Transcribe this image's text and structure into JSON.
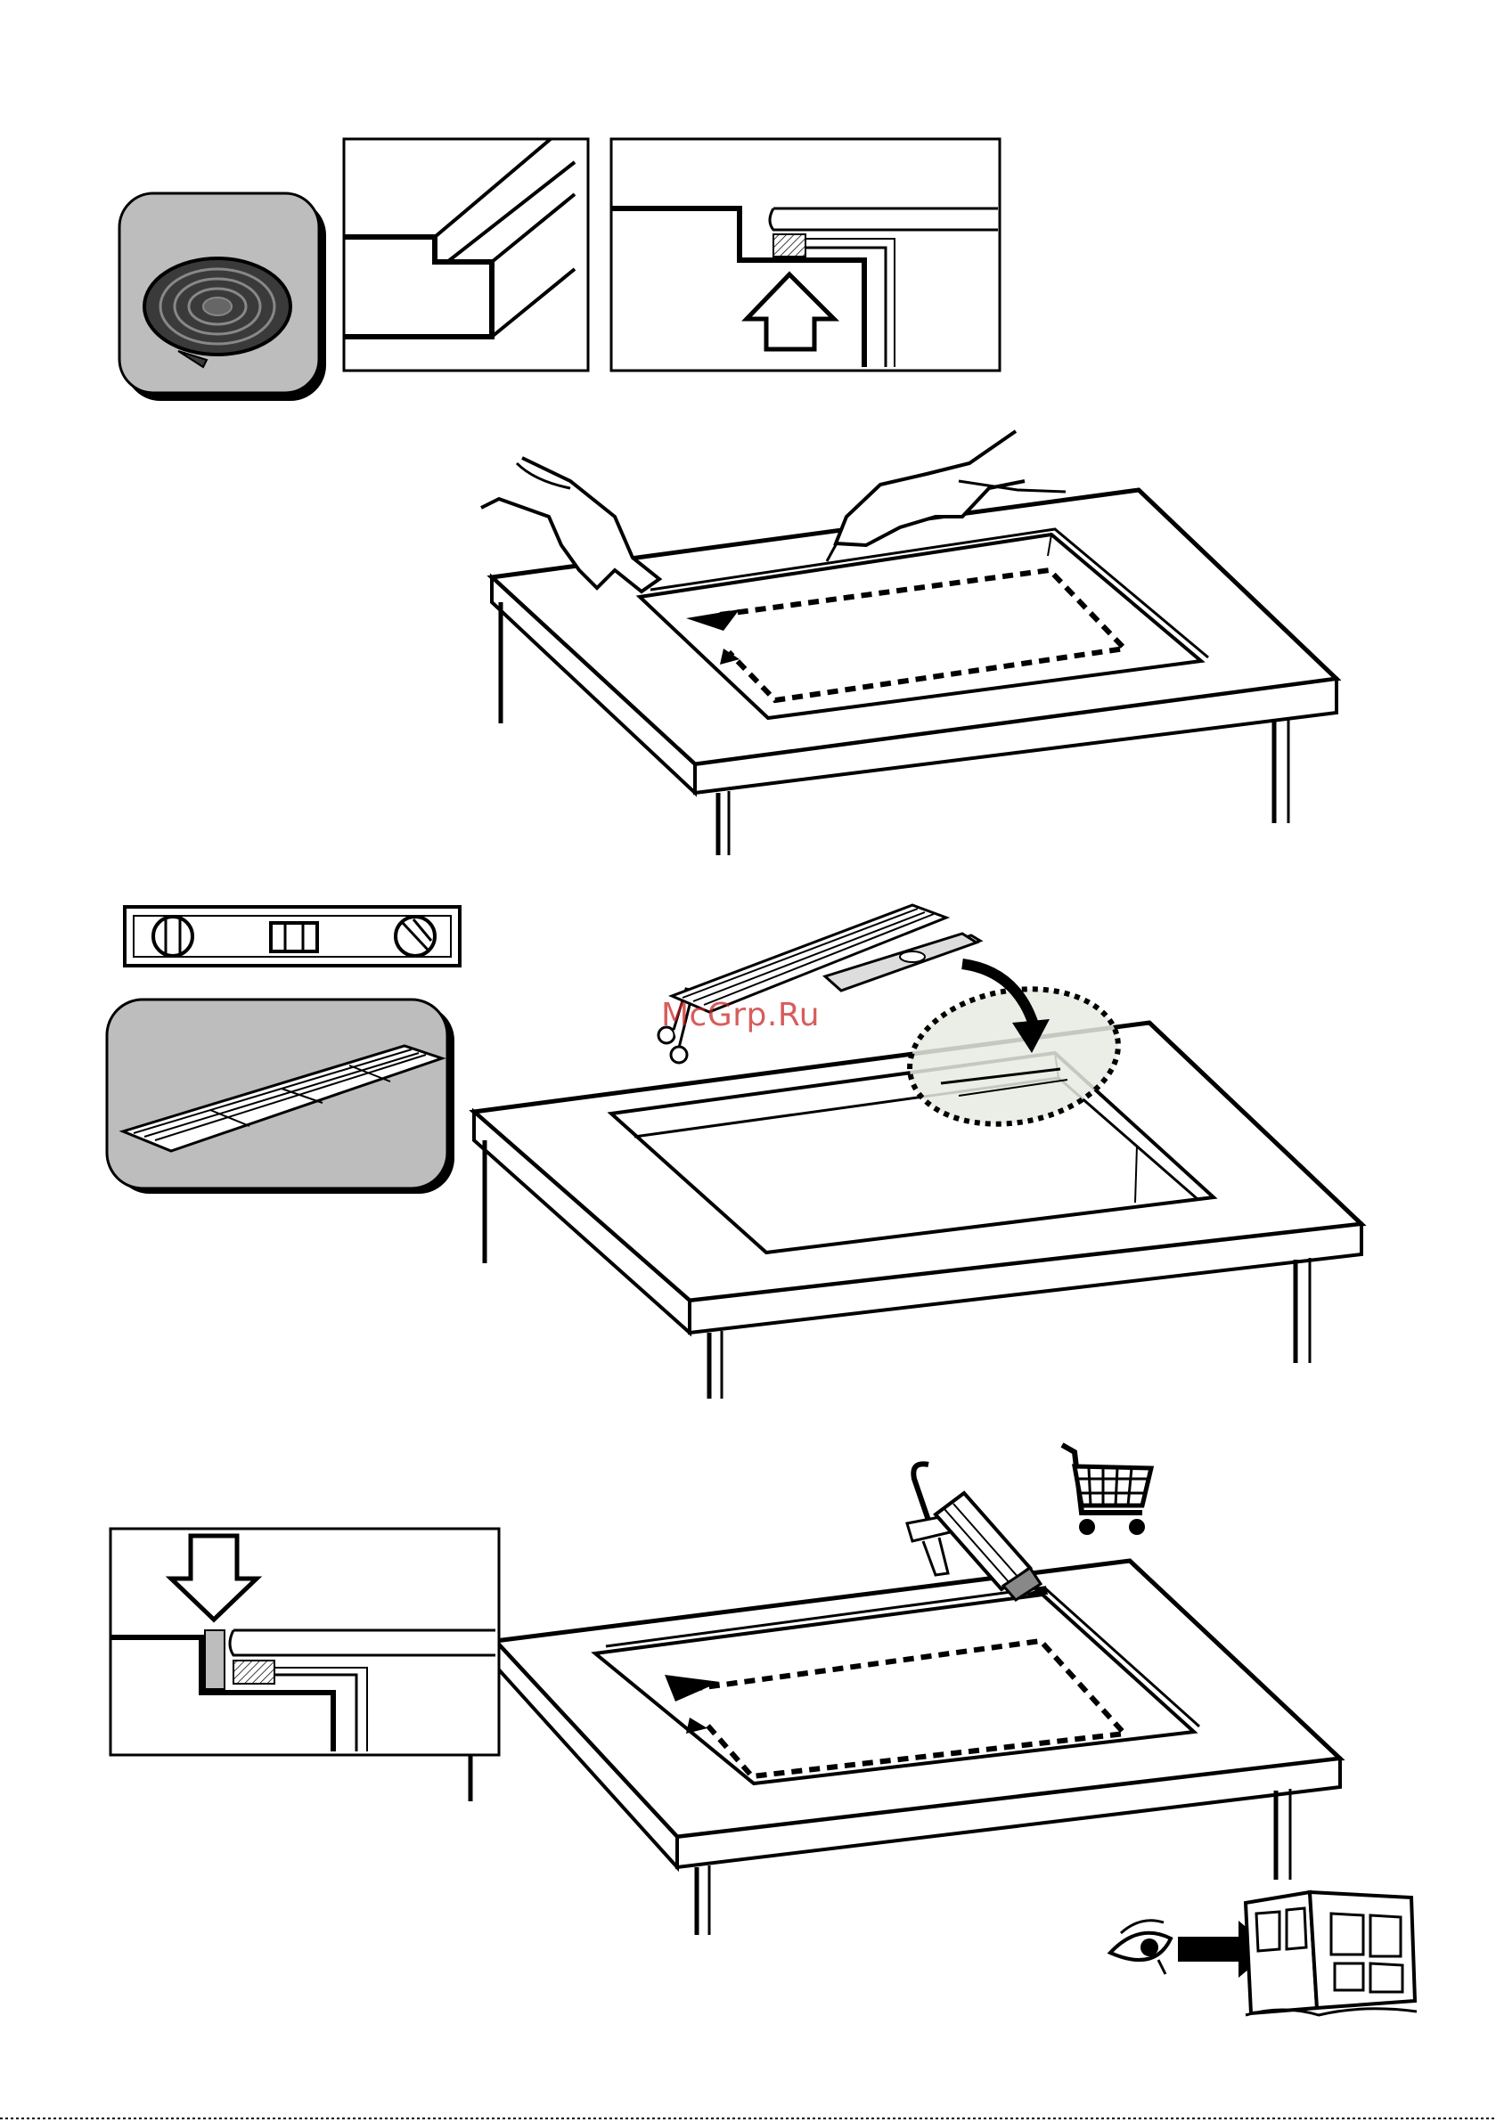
{
  "page": {
    "type": "installation-instruction-sheet"
  },
  "watermark": {
    "text": "McGrp.Ru",
    "color": "#c81e1e"
  },
  "steps": [
    {
      "id": "step-1",
      "icons": [
        "sealing-tape-roll-icon",
        "cutout-edge-detail",
        "seal-position-detail",
        "push-up-arrow-icon"
      ]
    },
    {
      "id": "step-2",
      "icons": [
        "hands-applying-tape",
        "countertop-with-cutout",
        "application-direction-arrow"
      ]
    },
    {
      "id": "step-3",
      "icons": [
        "spirit-level-icon",
        "shim-strips-icon",
        "scissors-icon",
        "shim-strip",
        "placement-arrow-icon"
      ]
    },
    {
      "id": "step-4",
      "icons": [
        "seal-detail-cross-section",
        "push-down-arrow-icon",
        "caulking-gun-icon",
        "shopping-cart-icon",
        "eye-icon",
        "see-manual-arrow-icon",
        "manual-book-icon"
      ]
    }
  ],
  "colors": {
    "line": "#000000",
    "panel": "#bdbdbd",
    "panel-shade": "#9a9a9a",
    "highlight": "#e8ebe2",
    "tape": "#3a3a3a"
  }
}
